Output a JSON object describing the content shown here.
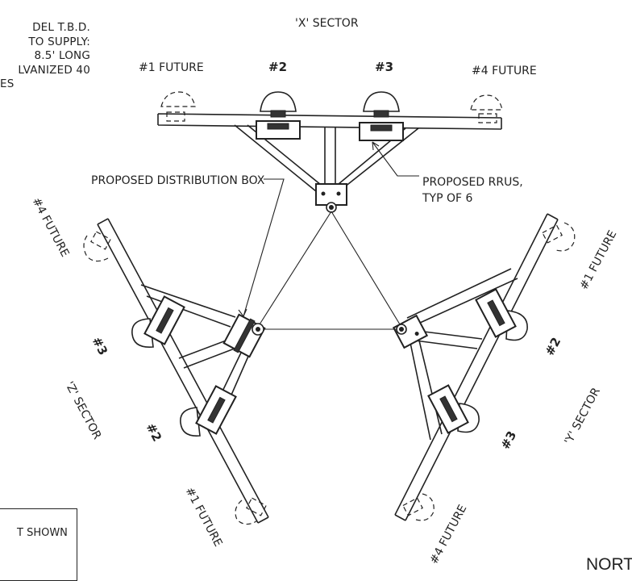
{
  "notes": [
    "DEL T.B.D.",
    "TO SUPPLY:",
    "8.5' LONG",
    "LVANIZED 40",
    "ES"
  ],
  "sectors": {
    "x": {
      "label": "'X' SECTOR",
      "positions": [
        "#1 FUTURE",
        "#2",
        "#3",
        "#4 FUTURE"
      ]
    },
    "y": {
      "label": "'Y' SECTOR",
      "positions": [
        "#1 FUTURE",
        "#2",
        "#3",
        "#4 FUTURE"
      ]
    },
    "z": {
      "label": "'Z' SECTOR",
      "positions": [
        "#1 FUTURE",
        "#2",
        "#3",
        "#4 FUTURE"
      ]
    }
  },
  "callouts": {
    "distribution_box": "PROPOSED DISTRIBUTION BOX",
    "rrus_line1": "PROPOSED RRUS,",
    "rrus_line2": "TYP OF 6"
  },
  "legend_text": "T SHOWN",
  "north_label": "NORT"
}
